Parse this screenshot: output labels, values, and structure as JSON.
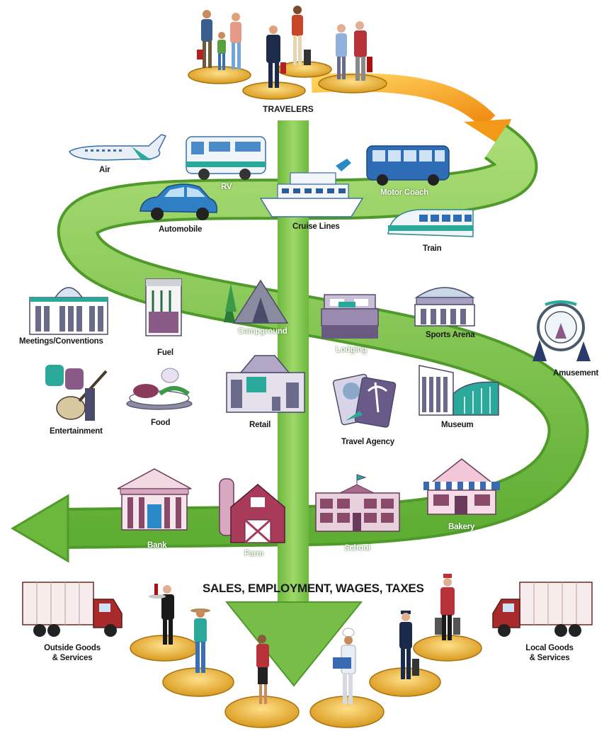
{
  "header": {
    "travelers": "TRAVELERS"
  },
  "transport": {
    "air": "Air",
    "rv": "RV",
    "motor_coach": "Motor Coach",
    "automobile": "Automobile",
    "cruise_lines": "Cruise Lines",
    "train": "Train"
  },
  "businesses": {
    "meetings": "Meetings/Conventions",
    "fuel": "Fuel",
    "campground": "Campground",
    "lodging": "Lodging",
    "sports_arena": "Sports Arena",
    "amusement": "Amusement",
    "entertainment": "Entertainment",
    "food": "Food",
    "retail": "Retail",
    "travel_agency": "Travel Agency",
    "museum": "Museum",
    "bank": "Bank",
    "farm": "Farm",
    "school": "School",
    "bakery": "Bakery"
  },
  "outcome": {
    "sales": "SALES, EMPLOYMENT, WAGES, TAXES",
    "outside_goods": [
      "Outside Goods",
      "& Services"
    ],
    "local_goods": [
      "Local Goods",
      "& Services"
    ]
  },
  "colors": {
    "arrow_green": "#7cc24a",
    "arrow_green_dark": "#4f9a2a",
    "disk_gold": "#e8b640",
    "accent_orange": "#f0a020",
    "building_purple": "#8a5a86",
    "vehicle_blue": "#3b7bc2"
  }
}
